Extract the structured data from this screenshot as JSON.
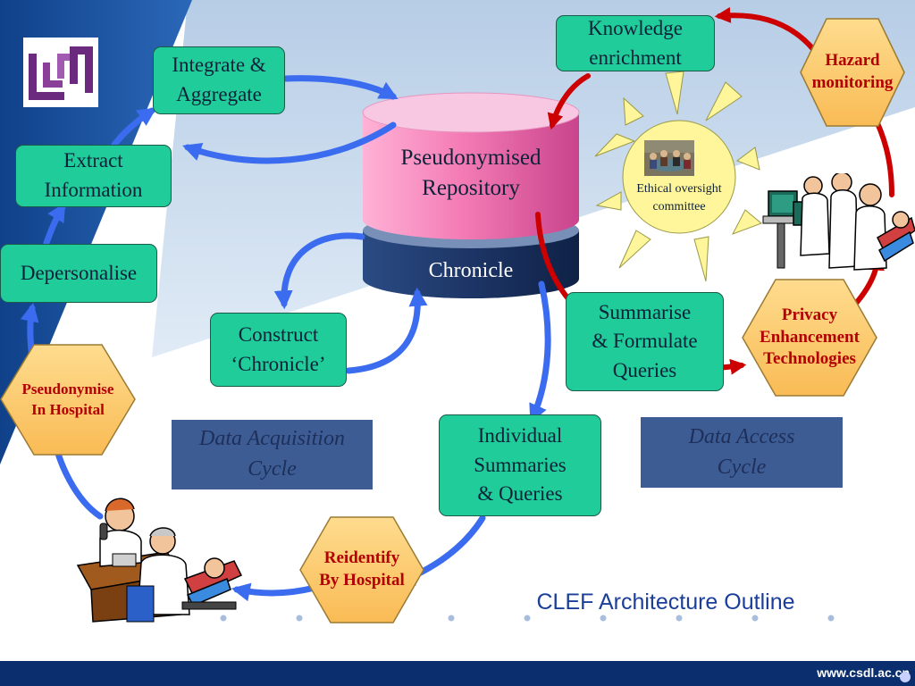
{
  "nodes": {
    "integrate": "Integrate &\nAggregate",
    "extract": "Extract\nInformation",
    "depersonalise": "Depersonalise",
    "pseudonymise": "Pseudonymise\nIn Hospital",
    "construct": "Construct\n‘Chronicle’",
    "repository": "Pseudonymised\nRepository",
    "chronicle": "Chronicle",
    "knowledge": "Knowledge\nenrichment",
    "hazard": "Hazard\nmonitoring",
    "ethics": "Ethical oversight\ncommittee",
    "privacy": "Privacy\nEnhancement\nTechnologies",
    "summarise": "Summarise\n& Formulate\nQueries",
    "individual": "Individual\nSummaries\n& Queries",
    "reidentify": "Reidentify\nBy Hospital"
  },
  "cycles": {
    "acquisition": "Data Acquisition\nCycle",
    "access": "Data Access\nCycle"
  },
  "slide": {
    "title": "CLEF Architecture Outline",
    "footer_url": "www.csdl.ac.cn"
  },
  "icons": {
    "logo": "csdl-logo",
    "doctor_patient": "doctor-patient-clipart",
    "researchers": "researchers-at-computers-clipart",
    "committee": "committee-meeting-photo"
  },
  "colors": {
    "box_fill": "#1fcc9a",
    "hexagon_fill": "#fdc96a",
    "blue_arrow": "#3b6cf0",
    "red_arrow": "#cc0000",
    "sun_ray": "#fff59a",
    "cycle_box": "#3d5c94",
    "footer": "#0a2e6e"
  }
}
